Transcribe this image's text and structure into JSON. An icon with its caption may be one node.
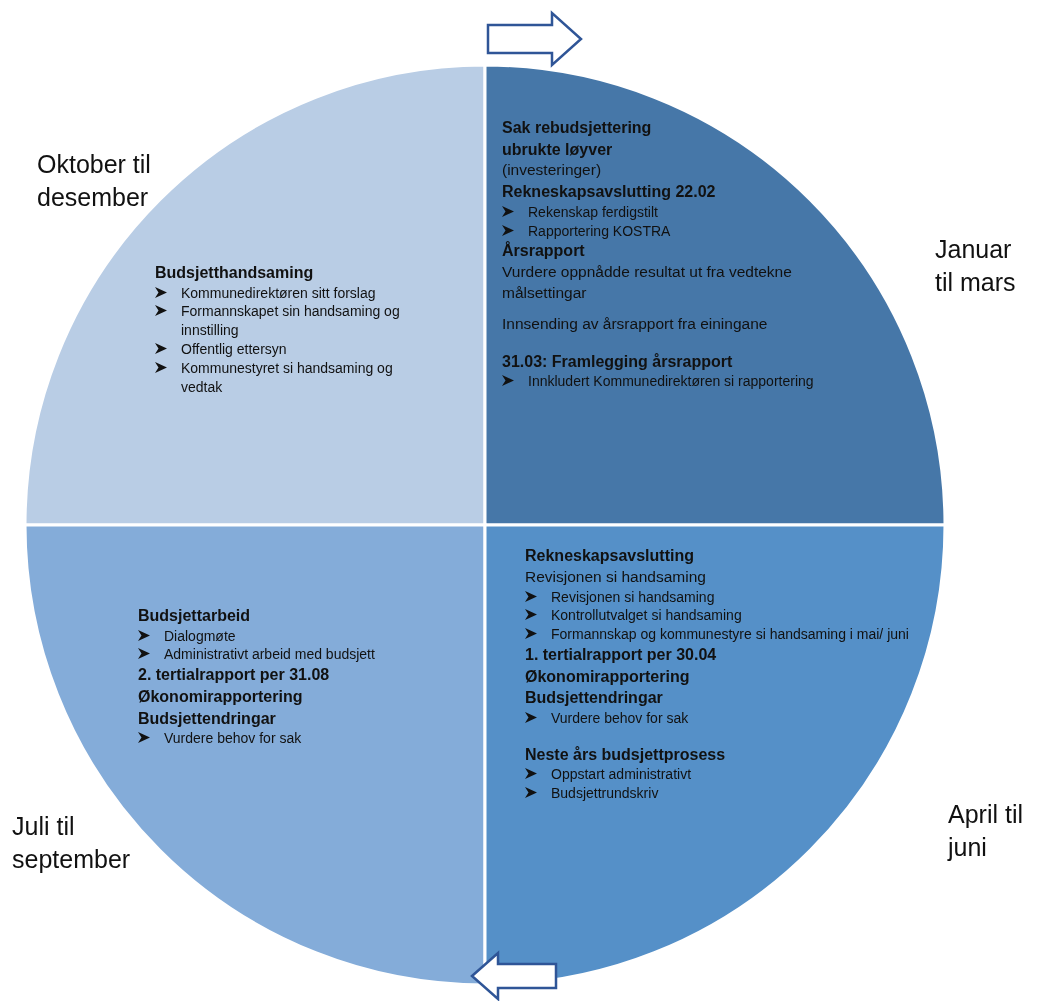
{
  "diagram": {
    "nodes": [
      {
        "text": [
          "Budsjetthandsaming",
          "Kommunedirektøren sitt forslag",
          "Formannskapet sin handsaming og innstilling",
          "Offentlig ettersyn",
          "Kommunestyret si handsaming og vedtak"
        ],
        "beside": [
          "Oktober til desember"
        ]
      },
      {
        "text": [
          "Sak rebudsjettering ubrukte løyver",
          "(investeringer)",
          "Rekneskapsavslutting 22.02",
          "Rekenskap ferdigstilt",
          "Rapportering KOSTRA",
          "Årsrapport",
          "Vurdere oppnådde resultat ut fra vedtekne målsettingar",
          "Innsending av årsrapport fra einingane",
          "31.03: Framlegging årsrapport",
          "Innkludert Kommunedirektøren si rapportering"
        ],
        "beside": [
          "Januar til mars"
        ]
      },
      {
        "text": [
          "Budsjettarbeid",
          "Dialogmøte",
          "Administrativt arbeid med budsjett",
          "2. tertialrapport per 31.08",
          "Økonomirapportering",
          "Budsjettendringar",
          "Vurdere behov for sak"
        ],
        "beside": [
          "Juli til september"
        ]
      },
      {
        "text": [
          "Rekneskapsavslutting",
          "Revisjonen si handsaming",
          "Revisjonen si handsaming",
          "Kontrollutvalget si handsaming",
          "Formannskap og kommunestyre si handsaming i mai/ juni",
          "1. tertialrapport per 30.04",
          "Økonomirapportering",
          "Budsjettendringar",
          "Vurdere behov for sak",
          "Neste års budsjettprosess",
          "Oppstart administrativt",
          "Budsjettrundskriv"
        ],
        "beside": [
          "April til juni"
        ]
      }
    ],
    "edges": [
      {
        "from": 0,
        "to": 1,
        "arrow": "to"
      },
      {
        "from": 3,
        "to": 2,
        "arrow": "to"
      }
    ]
  }
}
